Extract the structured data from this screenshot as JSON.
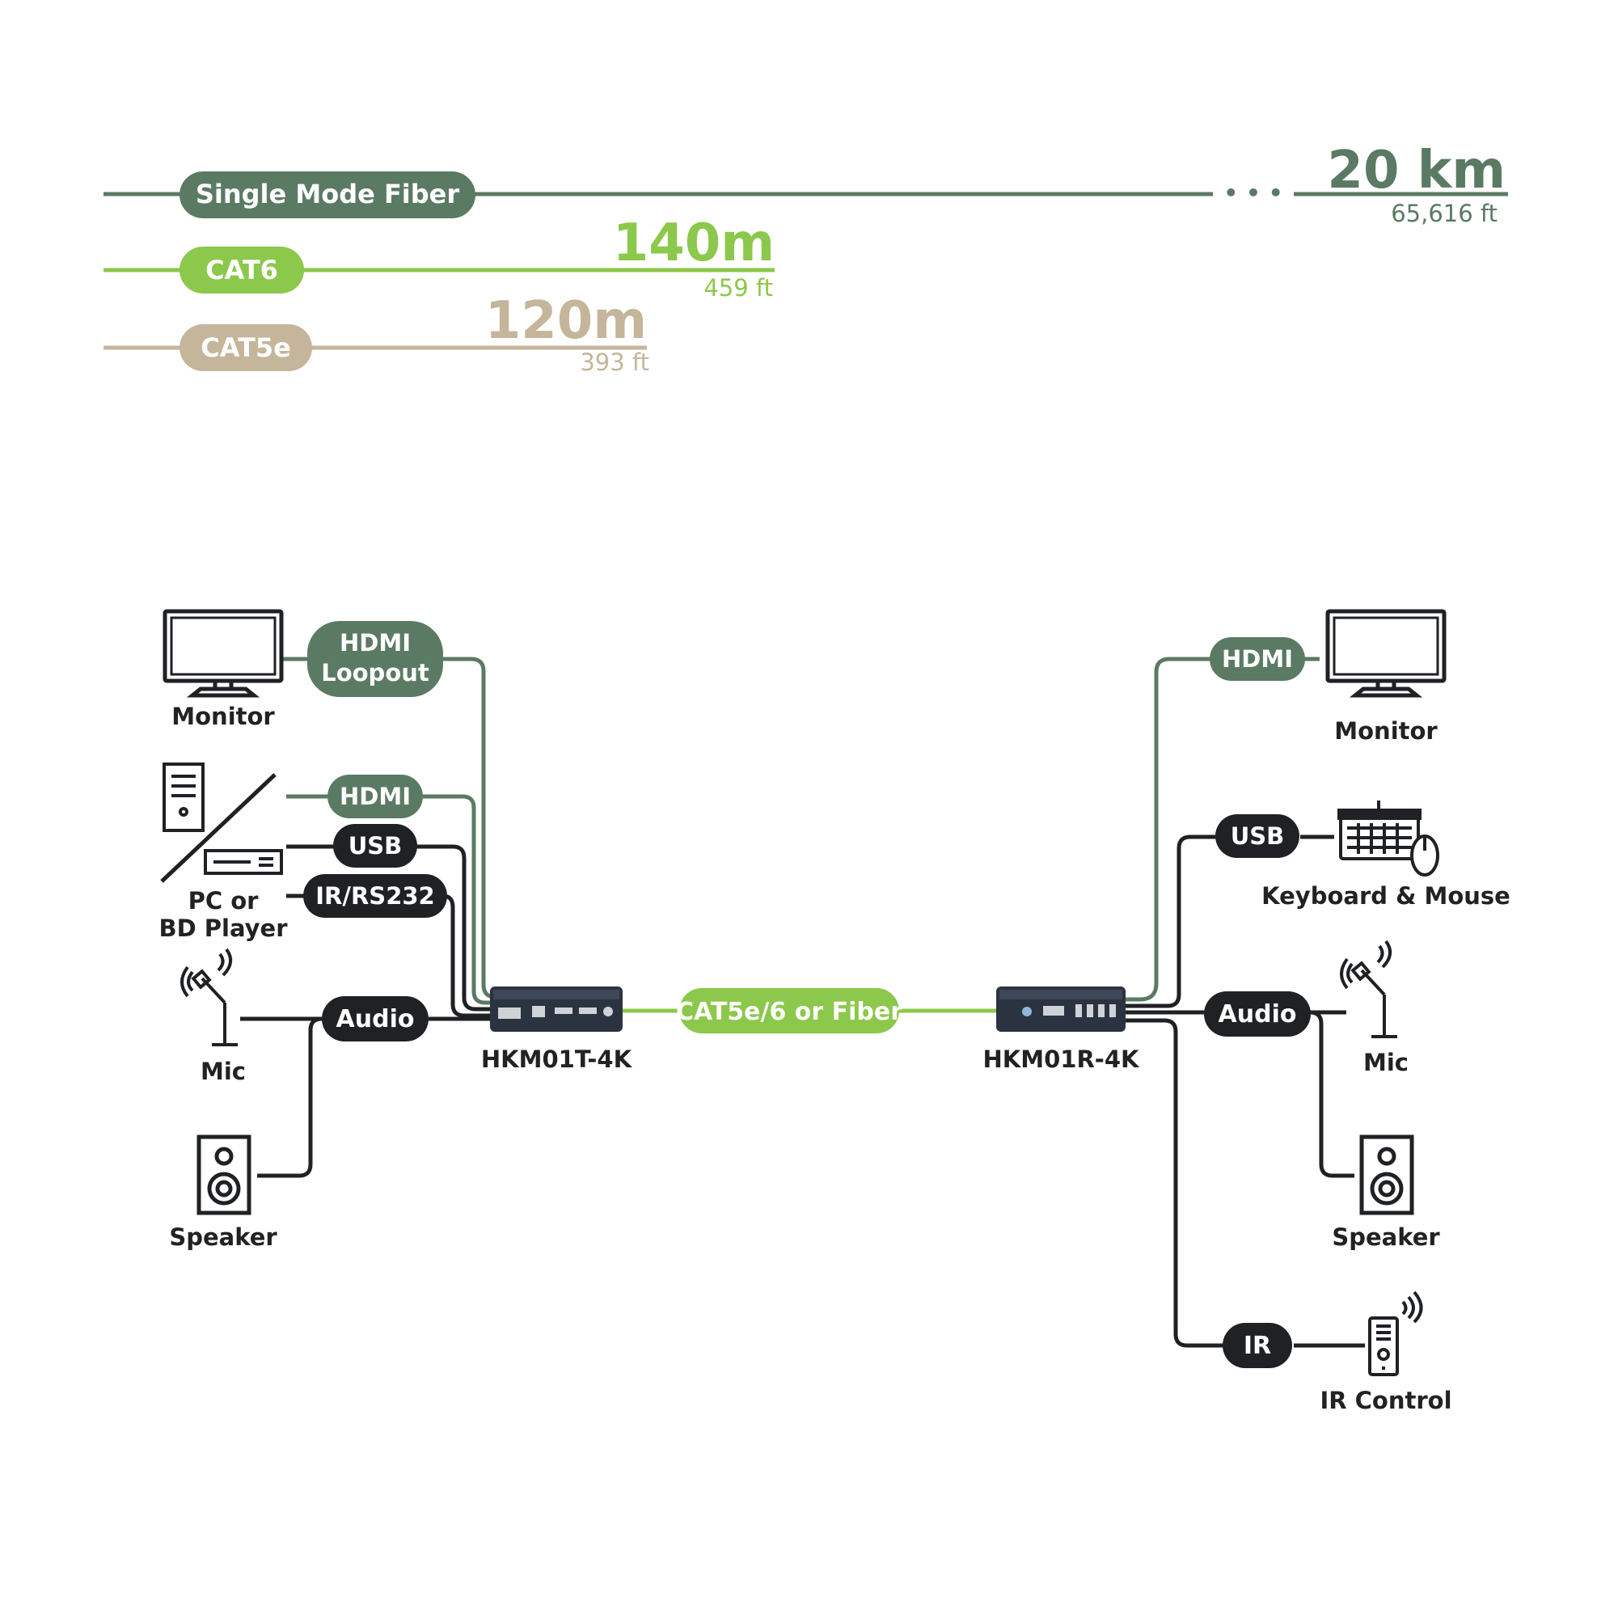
{
  "distances": {
    "fiber": {
      "label": "Single Mode Fiber",
      "value": "20 km",
      "sub": "65,616 ft",
      "dots": "• • •"
    },
    "cat6": {
      "label": "CAT6",
      "value": "140m",
      "sub": "459 ft"
    },
    "cat5e": {
      "label": "CAT5e",
      "value": "120m",
      "sub": "393 ft"
    }
  },
  "left": {
    "monitor": "Monitor",
    "hdmi_loopout_line1": "HDMI",
    "hdmi_loopout_line2": "Loopout",
    "hdmi": "HDMI",
    "usb": "USB",
    "ir_rs232": "IR/RS232",
    "pc_line1": "PC or",
    "pc_line2": "BD Player",
    "audio": "Audio",
    "mic": "Mic",
    "speaker": "Speaker"
  },
  "center": {
    "transmitter": "HKM01T-4K",
    "receiver": "HKM01R-4K",
    "link": "CAT5e/6 or Fiber"
  },
  "right": {
    "hdmi": "HDMI",
    "monitor": "Monitor",
    "usb": "USB",
    "keyboard_mouse": "Keyboard & Mouse",
    "audio": "Audio",
    "mic": "Mic",
    "speaker": "Speaker",
    "ir": "IR",
    "ir_control": "IR Control"
  },
  "colors": {
    "fiber": "#5b7a64",
    "cat6": "#8cc84b",
    "cat5e": "#c5b59b",
    "dark": "#1f2124"
  }
}
